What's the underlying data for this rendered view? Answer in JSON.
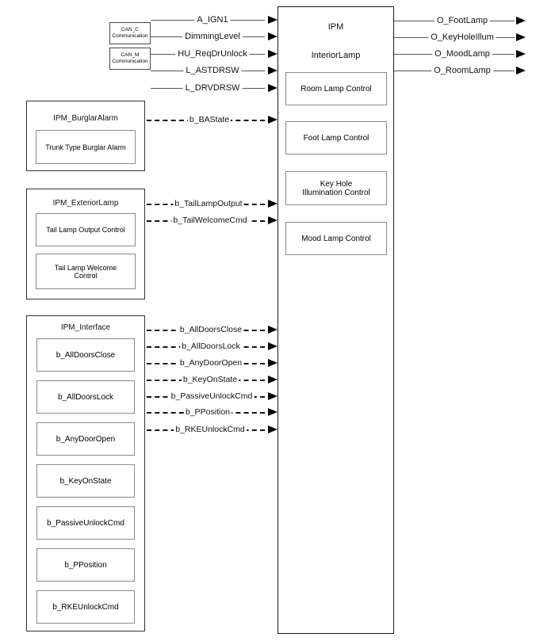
{
  "diagram": {
    "title": "IPM InteriorLamp signal interface block diagram",
    "colors": {
      "line": "#555555",
      "dashed": "#111111",
      "box_border": "#333333",
      "inner_border": "#8a8a8a",
      "background": "#ffffff"
    }
  },
  "ipm": {
    "title": "IPM",
    "subtitle": "InteriorLamp",
    "controls": [
      {
        "label": "Room Lamp Control"
      },
      {
        "label": "Foot Lamp Control"
      },
      {
        "label": "Key Hole Illumination Control"
      },
      {
        "label": "Mood Lamp Control"
      }
    ]
  },
  "can_sources": [
    {
      "line1": "CAN_C",
      "line2": "Communication"
    },
    {
      "line1": "CAN_M",
      "line2": "Communication"
    }
  ],
  "inputs": [
    {
      "label": "A_IGN1"
    },
    {
      "label": "DimmingLevel"
    },
    {
      "label": "HU_ReqDrUnlock"
    },
    {
      "label": "L_ASTDRSW"
    },
    {
      "label": "L_DRVDRSW"
    }
  ],
  "outputs": [
    {
      "label": "O_FootLamp"
    },
    {
      "label": "O_KeyHoleIllum"
    },
    {
      "label": "O_MoodLamp"
    },
    {
      "label": "O_RoomLamp"
    }
  ],
  "modules": [
    {
      "name": "IPM_BurglarAlarm",
      "children": [
        {
          "label": "Trunk Type Burglar Alarm"
        }
      ],
      "signals": [
        {
          "label": "b_BAState"
        }
      ]
    },
    {
      "name": "IPM_ExteriorLamp",
      "children": [
        {
          "label": "Tail Lamp Output Control"
        },
        {
          "label": "Tail Lamp Welcome Control"
        }
      ],
      "signals": [
        {
          "label": "b_TailLampOutput"
        },
        {
          "label": "b_TailWelcomeCmd"
        }
      ]
    },
    {
      "name": "IPM_Interface",
      "children": [
        {
          "label": "b_AllDoorsClose"
        },
        {
          "label": "b_AllDoorsLock"
        },
        {
          "label": "b_AnyDoorOpen"
        },
        {
          "label": "b_KeyOnState"
        },
        {
          "label": "b_PassiveUnlockCmd"
        },
        {
          "label": "b_PPosition"
        },
        {
          "label": "b_RKEUnlockCmd"
        }
      ],
      "signals": [
        {
          "label": "b_AllDoorsClose"
        },
        {
          "label": "b_AllDoorsLock"
        },
        {
          "label": "b_AnyDoorOpen"
        },
        {
          "label": "b_KeyOnState"
        },
        {
          "label": "b_PassiveUnlockCmd"
        },
        {
          "label": "b_PPosition"
        },
        {
          "label": "b_RKEUnlockCmd"
        }
      ]
    }
  ]
}
